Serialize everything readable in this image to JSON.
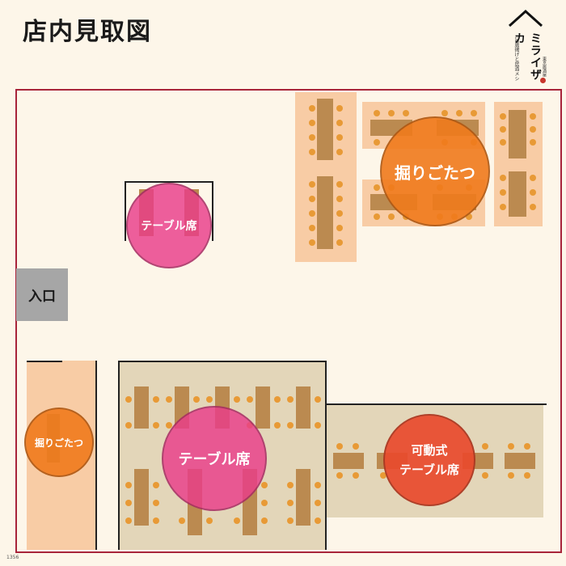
{
  "title": "店内見取図",
  "logo": {
    "tagline": "旨唐揚げと居酒メシ",
    "brand": "ミライザカ",
    "sub": "東京居酒屋",
    "seal_color": "#c8352b"
  },
  "entrance_label": "入口",
  "areas": {
    "table_top": "テーブル席",
    "horigotatsu_top": "掘りごたつ",
    "horigotatsu_left": "掘りごたつ",
    "table_bottom": "テーブル席",
    "movable_line1": "可動式",
    "movable_line2": "テーブル席"
  },
  "footer_code": "1356",
  "colors": {
    "border": "#a8243a",
    "table": "#bb8a50",
    "seat": "#e89a36",
    "pink": "#e93c8a",
    "orange": "#f07a1c",
    "red": "#e84a2c"
  }
}
